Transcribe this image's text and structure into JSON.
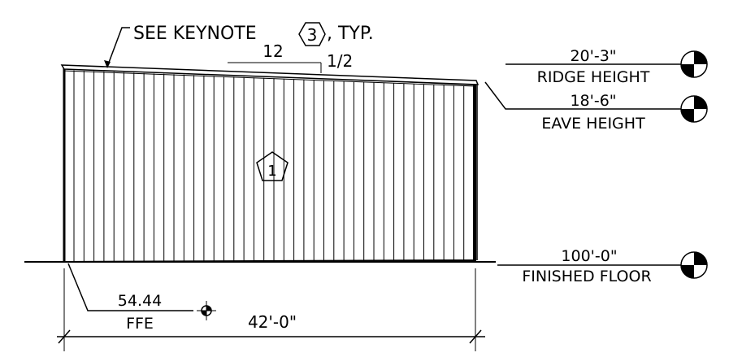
{
  "keynote_callout": {
    "prefix": "SEE KEYNOTE",
    "number": "3",
    "suffix": ", TYP."
  },
  "roof_slope": {
    "run": "12",
    "rise": "1/2"
  },
  "wall_keynote": "1",
  "levels": [
    {
      "id": "ridge",
      "value": "20'-3\"",
      "name": "RIDGE HEIGHT"
    },
    {
      "id": "eave",
      "value": "18'-6\"",
      "name": "EAVE HEIGHT"
    },
    {
      "id": "floor",
      "value": "100'-0\"",
      "name": "FINISHED FLOOR"
    }
  ],
  "ffe": {
    "value": "54.44",
    "label": "FFE"
  },
  "overall_dimension": "42'-0\""
}
